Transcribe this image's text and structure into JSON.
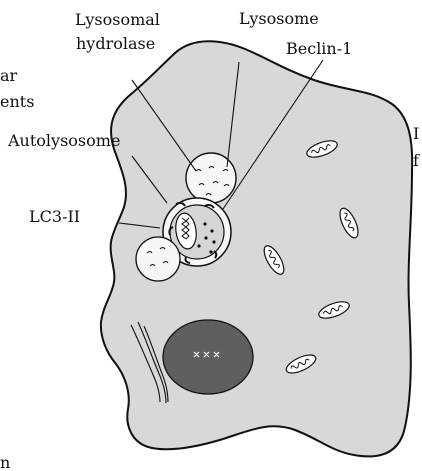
{
  "labels": {
    "lysosomal_hydrolase_line1": "Lysosomal",
    "lysosomal_hydrolase_line2": "hydrolase",
    "lysosome": "Lysosome",
    "beclin1": "Beclin-1",
    "autolysosome": "Autolysosome",
    "lc3ii": "LC3-II",
    "left_partial_1": "ar",
    "left_partial_2": "ents",
    "right_partial_1": "I",
    "right_partial_2": "f",
    "bottom_partial": "n",
    "nucleus_marks": "xxx"
  },
  "colors": {
    "cell_fill": "#d8d8d8",
    "nucleus_fill": "#5f5f5f",
    "stroke": "#111111",
    "vesicle_fill": "#f7f7f7"
  }
}
